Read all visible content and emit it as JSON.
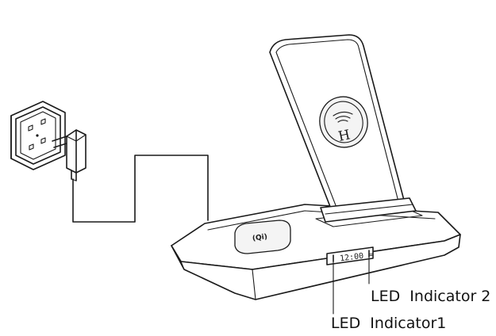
{
  "labels": {
    "led_indicator_2": "LED  Indicator 2",
    "led_indicator_1": "LED  Indicator1"
  },
  "display": {
    "clock_text": "12:00 ≈"
  },
  "stand": {
    "logo_letter": "H"
  },
  "pad": {
    "qi_text": "(Qi)"
  },
  "colors": {
    "line": "#1a1a1a",
    "background": "#ffffff"
  },
  "icons": {
    "outlet": "wall-outlet-icon",
    "adapter": "power-adapter-icon",
    "wireless": "wireless-charging-icon",
    "qi": "qi-logo-icon"
  }
}
